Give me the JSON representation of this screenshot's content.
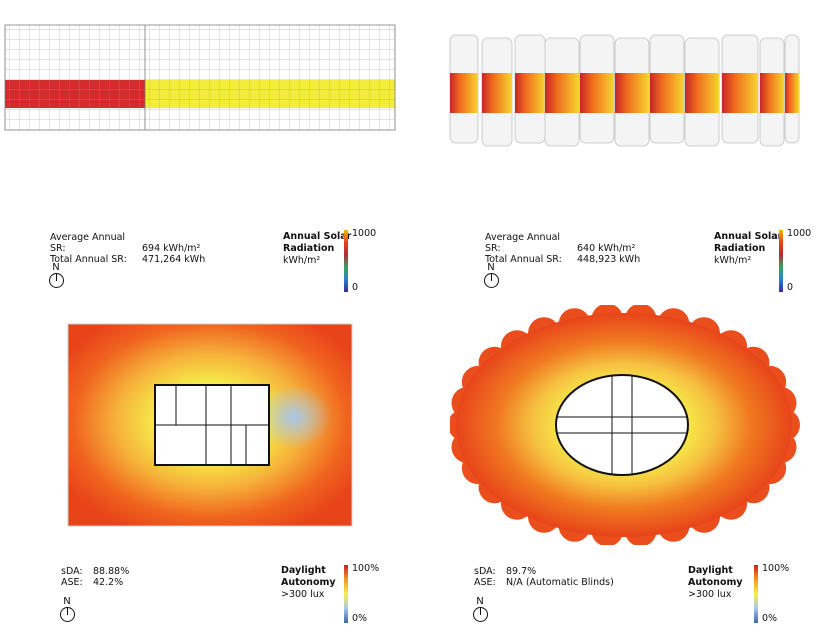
{
  "panels": [
    {
      "stats": [
        {
          "label": "Average Annual SR:",
          "value": "694 kWh/m²"
        },
        {
          "label": "Total Annual SR:",
          "value": "471,264 kWh"
        }
      ],
      "legend": {
        "title1": "Annual Solar",
        "title2": "Radiation",
        "unit": "kWh/m²",
        "max": "1000",
        "min": "0"
      },
      "north": "N"
    },
    {
      "stats": [
        {
          "label": "Average Annual SR:",
          "value": "640 kWh/m²"
        },
        {
          "label": "Total Annual SR:",
          "value": "448,923 kWh"
        }
      ],
      "legend": {
        "title1": "Annual Solar",
        "title2": "Radiation",
        "unit": "kWh/m²",
        "max": "1000",
        "min": "0"
      },
      "north": "N"
    },
    {
      "stats": [
        {
          "label": "sDA:",
          "value": "88.88%"
        },
        {
          "label": "ASE:",
          "value": "42.2%"
        }
      ],
      "legend": {
        "title1": "Daylight",
        "title2": "Autonomy",
        "unit": ">300 lux",
        "max": "100%",
        "min": "0%"
      },
      "north": "N"
    },
    {
      "stats": [
        {
          "label": "sDA:",
          "value": "89.7%"
        },
        {
          "label": "ASE:",
          "value": "N/A (Automatic Blinds)"
        }
      ],
      "legend": {
        "title1": "Daylight",
        "title2": "Autonomy",
        "unit": ">300 lux",
        "max": "100%",
        "min": "0%"
      },
      "north": "N"
    }
  ],
  "colors": {
    "red": "#d42b2b",
    "yellow": "#f4ec3a",
    "orange": "#f05a1a",
    "blue": "#a9c6ea"
  }
}
